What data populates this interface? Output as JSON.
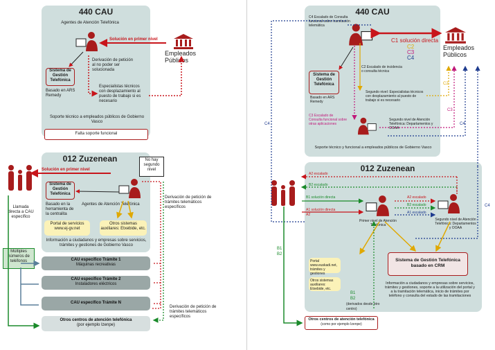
{
  "left": {
    "cau440": {
      "title": "440 CAU",
      "agentes": "Agentes de Atención Telefónica",
      "solucion": "Solución en primer nivel",
      "empleados": "Empleados Públicos",
      "sistema": "Sistema de Gestión Telefónica",
      "basado": "Basado en ARS Remedy",
      "derivacion": "Derivación de petición al no poder ser solucionada",
      "especialistas": "Especialistas técnicos con desplazamiento al puesto de trabajo si es necesario",
      "soporte": "Soporte técnico a empleados públicos de Gobierno Vasco",
      "falta": "Falta soporte funcional"
    },
    "zuz012": {
      "title": "012 Zuzenean",
      "nohay": "No hay segundo nivel",
      "solucion": "Solución en primer nivel",
      "sistema": "Sistema de Gestión Telefónica",
      "basado": "Basado en la herramienta de la centralita",
      "agentes": "Agentes de Atención Telefónica",
      "portal": "Portal de servicios www.ej-gv.net",
      "otros_sis": "Otros sistemas auxiliares: Etxebide, etc.",
      "informacion": "Información a ciudadanos y empresas sobre servicios, trámites y gestiones de Gobierno Vasco",
      "llamada": "Llamada directa a CAU específico",
      "multiples": "Múltiples números de teléfonos",
      "derivacion_top": "Derivación de petición de trámites telemáticos específicos",
      "derivacion_bottom": "Derivación de petición de trámites telemáticos específicos",
      "cau1": "CAU específico Trámite 1",
      "cau1_sub": "Máquinas recreativas",
      "cau2": "CAU específico Trámite 2",
      "cau2_sub": "Instaladores eléctricos",
      "cauN": "CAU específico Trámite N",
      "otros_centros": "Otros centros de atención telefónica",
      "otros_centros_sub": "(por ejemplo Izenpe)"
    }
  },
  "right": {
    "cau440": {
      "title": "440 CAU",
      "c4_text": "C4 Escalado de Consulta funcional sobre tramitación telemática",
      "c1": "C1 solución directa",
      "c2": "C2",
      "c3": "C3",
      "c4": "C4",
      "empleados": "Empleados Públicos",
      "sistema": "Sistema de Gestión Telefónica",
      "basado": "Basado en ARS Remedy",
      "c2_text": "C2 Escalado de incidencia o consulta técnica",
      "segundo": "Segundo nivel: Especialistas técnicos con desplazamiento al puesto de trabajo si es necesario",
      "c3_text": "C3 Escalado de Consulta funcional sobre otras aplicaciones",
      "segundo2": "Segundo nivel de Atención Telefónica: Departamentos y OOAA",
      "soporte": "Soporte técnico y funcional a empleados públicos de Gobierno Vasco",
      "c4_side": "C4",
      "c2_side": "C2",
      "c3_side": "C3",
      "c4_side2": "C4",
      "c4_far": "C4"
    },
    "zuz012": {
      "title": "012 Zuzenean",
      "a2_escalado": "A2 escalado",
      "b2_escalado": "B2 escalado",
      "b1": "B1 solución directa",
      "a1": "A1 solución directa",
      "a2": "A2",
      "a2_esc": "A2 escalado",
      "b2_esc": "B2 escalado",
      "a1_esc": "A1 escalado",
      "primer": "Primer nivel de Atención Telefónica",
      "segundo": "Segundo nivel de Atención Telefónica: Departamentos y OOAA",
      "portal": "Portal www.euskadi.net, trámites y gestiones",
      "otros_sis": "Otros sistemas auxiliares: Etxebide, etc.",
      "sistema_crm": "Sistema de Gestión Telefónica basado en CRM",
      "b1_label": "B1",
      "b2_label": "B2",
      "b1b": "B1",
      "b2b": "B2",
      "derivados": "(derivados desde otro centro)",
      "informacion": "Información a ciudadanos y empresas sobre servicios, trámites y gestiones, soporte a la utilización del portal y a la tramitación telemática, inicio de trámites por teléfono y consulta del estado de las tramitaciones",
      "otros_centros": "Otros centros de atención telefónica",
      "otros_centros_sub": "(como por ejemplo Izenpe)",
      "c4": "C4"
    }
  },
  "colors": {
    "panel": "#cfdedd",
    "red": "#c8151b",
    "green": "#1a8a2a",
    "blue": "#1f3c8f",
    "yellow": "#f2c100",
    "magenta": "#c0187a",
    "bar": "#9aa7a6"
  }
}
